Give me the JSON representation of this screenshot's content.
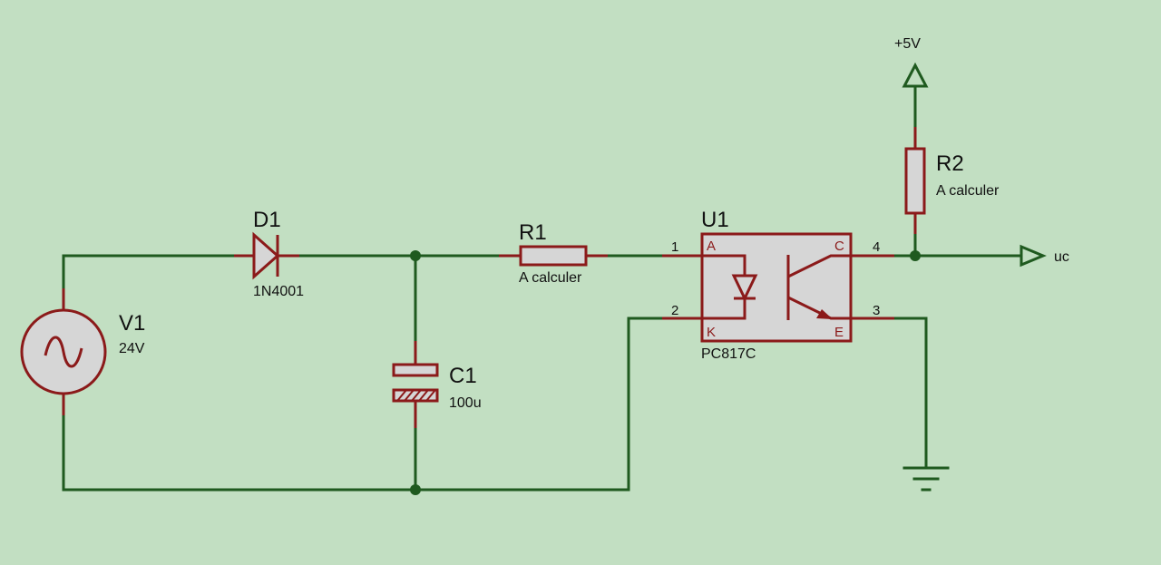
{
  "components": {
    "v1": {
      "ref": "V1",
      "value": "24V"
    },
    "d1": {
      "ref": "D1",
      "value": "1N4001"
    },
    "c1": {
      "ref": "C1",
      "value": "100u"
    },
    "r1": {
      "ref": "R1",
      "value": "A calculer"
    },
    "r2": {
      "ref": "R2",
      "value": "A calculer"
    },
    "u1": {
      "ref": "U1",
      "value": "PC817C",
      "pins": {
        "p1": "1",
        "p2": "2",
        "p3": "3",
        "p4": "4"
      },
      "pin_names": {
        "a": "A",
        "k": "K",
        "c": "C",
        "e": "E"
      }
    }
  },
  "labels": {
    "supply": "+5V",
    "output": "uc"
  }
}
